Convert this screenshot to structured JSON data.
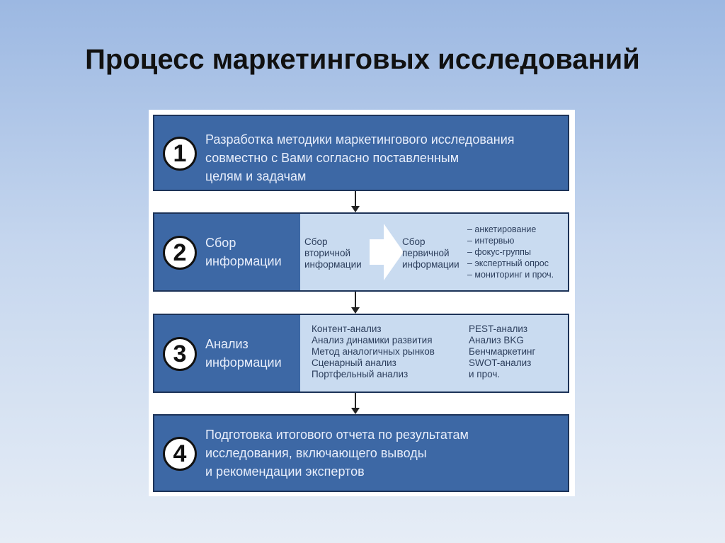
{
  "title": "Процесс маркетинговых исследований",
  "steps": [
    {
      "number": "1",
      "lines": [
        "Разработка методики маркетингового исследования",
        "совместно с Вами согласно поставленным",
        "целям и задачам"
      ]
    },
    {
      "number": "2",
      "label": [
        "Сбор",
        "информации"
      ],
      "secondary": [
        "Сбор",
        "вторичной",
        "информации"
      ],
      "primary": [
        "Сбор",
        "первичной",
        "информации"
      ],
      "methods": [
        "– анкетирование",
        "– интервью",
        "– фокус-группы",
        "– экспертный опрос",
        "– мониторинг и проч."
      ]
    },
    {
      "number": "3",
      "label": [
        "Анализ",
        "информации"
      ],
      "methods_left": [
        "Контент-анализ",
        "Анализ динамики развития",
        "Метод аналогичных рынков",
        "Сценарный анализ",
        "Портфельный анализ"
      ],
      "methods_right": [
        "PEST-анализ",
        "Анализ BKG",
        "Бенчмаркетинг",
        "SWOT-анализ",
        "и проч."
      ]
    },
    {
      "number": "4",
      "lines": [
        "Подготовка итогового отчета по результатам",
        "исследования, включающего выводы",
        "и рекомендации экспертов"
      ]
    }
  ]
}
